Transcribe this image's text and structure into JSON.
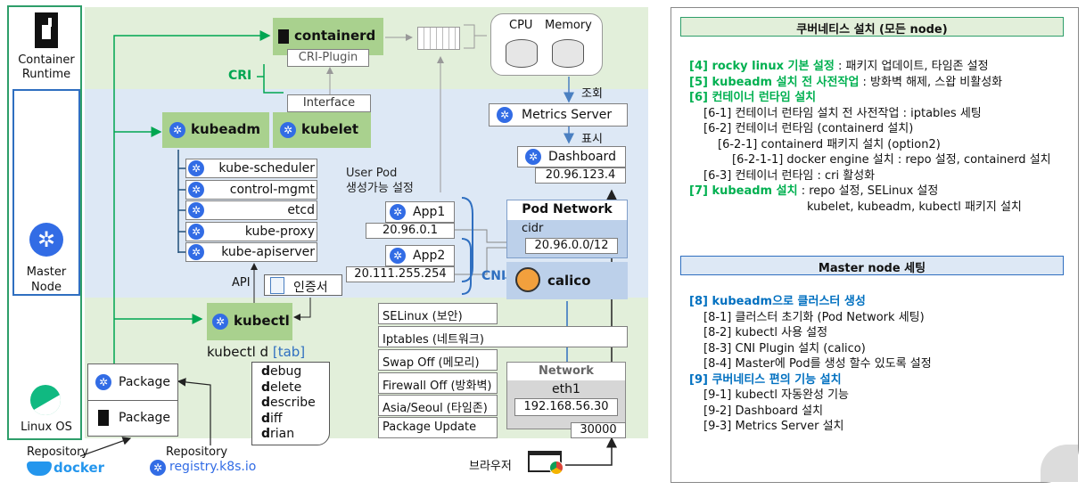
{
  "left_column": {
    "container_runtime": "Container\nRuntime",
    "master_node": "Master\nNode",
    "linux_os": "Linux OS"
  },
  "diagram": {
    "containerd": "containerd",
    "cri_plugin": "CRI-Plugin",
    "cri": "CRI",
    "interface": "Interface",
    "cpu": "CPU",
    "memory": "Memory",
    "query": "조회",
    "metrics_server": "Metrics Server",
    "display": "표시",
    "dashboard": "Dashboard",
    "dashboard_ip": "20.96.123.4",
    "kubeadm": "kubeadm",
    "kubelet": "kubelet",
    "components": [
      "kube-scheduler",
      "control-mgmt",
      "etcd",
      "kube-proxy",
      "kube-apiserver"
    ],
    "user_pod_note": "User Pod\n생성가능 설정",
    "app1": "App1",
    "app1_ip": "20.96.0.1",
    "app2": "App2",
    "app2_ip": "20.111.255.254",
    "pod_network": "Pod Network",
    "cidr": "cidr",
    "cidr_value": "20.96.0.0/12",
    "cni": "CNI",
    "calico": "calico",
    "api": "API",
    "cert": "인증서",
    "kubectl": "kubectl",
    "kubectl_cmd": "kubectl d",
    "tab": "[tab]",
    "commands": [
      {
        "b": "d",
        "r": "ebug"
      },
      {
        "b": "d",
        "r": "elete"
      },
      {
        "b": "d",
        "r": "escribe"
      },
      {
        "b": "d",
        "r": "iff"
      },
      {
        "b": "d",
        "r": "rian"
      }
    ],
    "os_settings": [
      "SELinux (보안)",
      "Iptables (네트워크)",
      "Swap Off (메모리)",
      "Firewall Off (방화벽)",
      "Asia/Seoul (타임존)",
      "Package Update"
    ],
    "network": "Network",
    "eth1": "eth1",
    "eth1_ip": "192.168.56.30",
    "port": "30000",
    "browser": "브라우저",
    "package1": "Package",
    "package2": "Package",
    "repo_docker_label": "Repository",
    "docker": "docker",
    "repo_k8s_label": "Repository",
    "registry": "registry.k8s.io"
  },
  "notes": {
    "title1": "쿠버네티스 설치 (모든 node)",
    "items1": [
      {
        "head": "[4] rocky linux 기본 설정",
        "tail": " : 패키지 업데이트, 타임존 설정",
        "color": "green",
        "indent": 0
      },
      {
        "head": "[5] kubeadm 설치 전 사전작업",
        "tail": " : 방화벽 해제, 스왑 비활성화",
        "color": "green",
        "indent": 0
      },
      {
        "head": "[6] 컨테이너 런타임 설치",
        "tail": "",
        "color": "green",
        "indent": 0
      },
      {
        "head": "",
        "tail": "[6-1] 컨테이너 런타임 설치 전 사전작업 : iptables 세팅",
        "color": "",
        "indent": 1
      },
      {
        "head": "",
        "tail": "[6-2] 컨테이너 런타임 (containerd 설치)",
        "color": "",
        "indent": 1
      },
      {
        "head": "",
        "tail": "[6-2-1] containerd 패키지 설치 (option2)",
        "color": "",
        "indent": 2
      },
      {
        "head": "",
        "tail": "[6-2-1-1] docker engine 설치 : repo 설정, containerd 설치",
        "color": "",
        "indent": 3
      },
      {
        "head": "",
        "tail": "[6-3] 컨테이너 런타임 : cri 활성화",
        "color": "",
        "indent": 1
      },
      {
        "head": "[7] kubeadm 설치",
        "tail": " : repo 설정, SELinux 설정",
        "color": "green",
        "indent": 0
      },
      {
        "head": "",
        "tail": "kubelet, kubeadm, kubectl 패키지 설치",
        "color": "",
        "indent": 4
      }
    ],
    "title2": "Master node 세팅",
    "items2": [
      {
        "head": "[8] kubeadm으로 클러스터 생성",
        "tail": "",
        "color": "blue",
        "indent": 0
      },
      {
        "head": "",
        "tail": "[8-1] 클러스터 초기화 (Pod Network 세팅)",
        "color": "",
        "indent": 1
      },
      {
        "head": "",
        "tail": "[8-2] kubectl 사용 설정",
        "color": "",
        "indent": 1
      },
      {
        "head": "",
        "tail": "[8-3] CNI Plugin 설치 (calico)",
        "color": "",
        "indent": 1
      },
      {
        "head": "",
        "tail": "[8-4] Master에 Pod를 생성 할수 있도록 설정",
        "color": "",
        "indent": 1
      },
      {
        "head": "[9] 쿠버네티스 편의 기능 설치",
        "tail": "",
        "color": "blue",
        "indent": 0
      },
      {
        "head": "",
        "tail": "[9-1] kubectl 자동완성 기능",
        "color": "",
        "indent": 1
      },
      {
        "head": "",
        "tail": "[9-2] Dashboard 설치",
        "color": "",
        "indent": 1
      },
      {
        "head": "",
        "tail": "[9-3] Metrics Server 설치",
        "color": "",
        "indent": 1
      }
    ]
  },
  "colors": {
    "green_bg": "#e2efda",
    "blue_bg": "#dde8f5",
    "component_green": "#a9d18e",
    "k8s_blue": "#326ce5",
    "note_green": "#00b050",
    "note_blue": "#0070c0",
    "outline_green": "#2e9e6a",
    "outline_blue": "#2f6fc0"
  }
}
